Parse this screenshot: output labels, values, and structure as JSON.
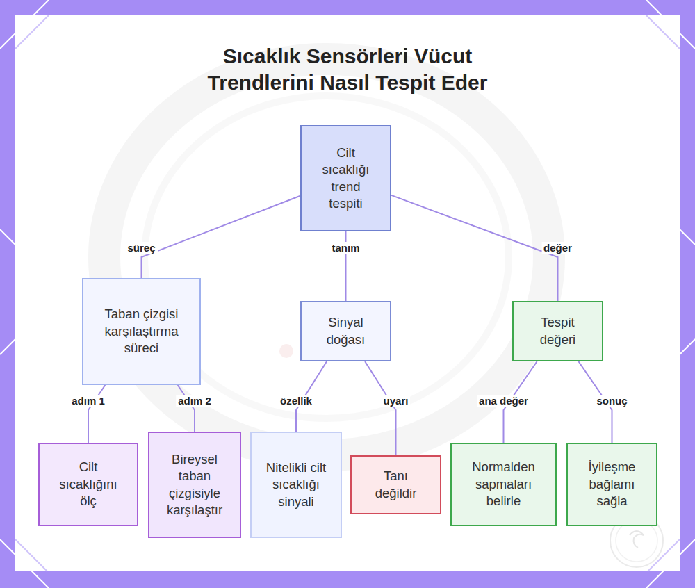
{
  "diagram": {
    "title": "Sıcaklık Sensörleri Vücut Trendlerini Nasıl Tespit Eder",
    "nodes": [
      {
        "text": [
          "Cilt sıcaklığı trend tespiti"
        ]
      },
      {
        "text": [
          "Taban çizgisi karşılaştırma süreci"
        ]
      },
      {
        "text": [
          "Sinyal doğası"
        ]
      },
      {
        "text": [
          "Tespit değeri"
        ]
      },
      {
        "text": [
          "Cilt sıcaklığını ölç"
        ]
      },
      {
        "text": [
          "Bireysel taban çizgisiyle karşılaştır"
        ]
      },
      {
        "text": [
          "Nitelikli cilt sıcaklığı sinyali"
        ]
      },
      {
        "text": [
          "Tanı değildir"
        ]
      },
      {
        "text": [
          "Normalden sapmaları belirle"
        ]
      },
      {
        "text": [
          "İyileşme bağlamı sağla"
        ]
      }
    ],
    "edges": [
      {
        "from": 0,
        "to": 1,
        "label": "süreç",
        "arrow": "none"
      },
      {
        "from": 0,
        "to": 2,
        "label": "tanım",
        "arrow": "none"
      },
      {
        "from": 0,
        "to": 3,
        "label": "değer",
        "arrow": "none"
      },
      {
        "from": 1,
        "to": 4,
        "label": "adım 1",
        "arrow": "none"
      },
      {
        "from": 1,
        "to": 5,
        "label": "adım 2",
        "arrow": "none"
      },
      {
        "from": 2,
        "to": 6,
        "label": "özellik",
        "arrow": "none"
      },
      {
        "from": 2,
        "to": 7,
        "label": "uyarı",
        "arrow": "none"
      },
      {
        "from": 3,
        "to": 8,
        "label": "ana değer",
        "arrow": "none"
      },
      {
        "from": 3,
        "to": 9,
        "label": "sonuç",
        "arrow": "none"
      }
    ]
  }
}
